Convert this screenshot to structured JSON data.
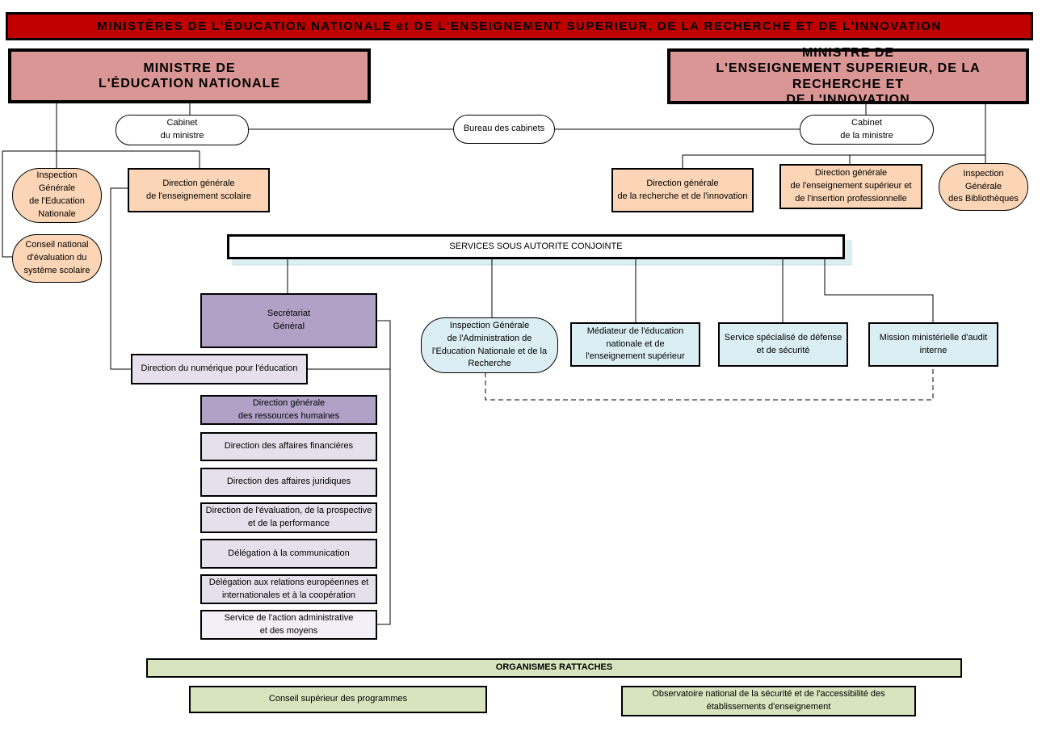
{
  "banner": "MINISTÈRES DE L'ÉDUCATION NATIONALE et DE L'ENSEIGNEMENT SUPERIEUR, DE LA RECHERCHE ET DE L'INNOVATION",
  "ministers": {
    "left": "MINISTRE DE\nL'ÉDUCATION NATIONALE",
    "right": "MINISTRE DE\nL'ENSEIGNEMENT SUPERIEUR, DE LA RECHERCHE ET\nDE L'INNOVATION"
  },
  "cabinets": {
    "left": "Cabinet\ndu ministre",
    "bureau": "Bureau des cabinets",
    "right": "Cabinet\nde la ministre"
  },
  "left_units": {
    "igen": "Inspection\nGénérale\nde l'Education\nNationale",
    "cnesco": "Conseil national\nd'évaluation du\nsystème scolaire",
    "dgesco": "Direction générale\nde l'enseignement scolaire"
  },
  "right_units": {
    "dgri": "Direction générale\nde la recherche et de l'innovation",
    "dgesip": "Direction générale\nde l'enseignement supérieur et\nde l'insertion professionnelle",
    "igb": "Inspection\nGénérale\ndes Bibliothèques"
  },
  "joint": {
    "title": "SERVICES SOUS AUTORITE CONJOINTE",
    "sg": "Secrétariat\nGénéral",
    "dne": "Direction du numérique pour l'éducation",
    "sg_units": [
      "Direction générale\ndes ressources humaines",
      "Direction des affaires financières",
      "Direction des affaires juridiques",
      "Direction de l'évaluation, de la prospective\net de la performance",
      "Délégation à la communication",
      "Délégation aux relations européennes et\ninternationales et à la coopération",
      "Service de l'action administrative\net des moyens"
    ],
    "igaenr": "Inspection Générale\nde l'Administration de\nl'Education Nationale et de la\nRecherche",
    "mediateur": "Médiateur de l'éducation\nnationale et de\nl'enseignement supérieur",
    "ssds": "Service spécialisé de défense\net de sécurité",
    "mmai": "Mission ministérielle d'audit\ninterne"
  },
  "organismes": {
    "title": "ORGANISMES RATTACHES",
    "items": [
      "Conseil supérieur des programmes",
      "Observatoire national de la sécurité et de l'accessibilité des\nétablissements d'enseignement"
    ]
  }
}
